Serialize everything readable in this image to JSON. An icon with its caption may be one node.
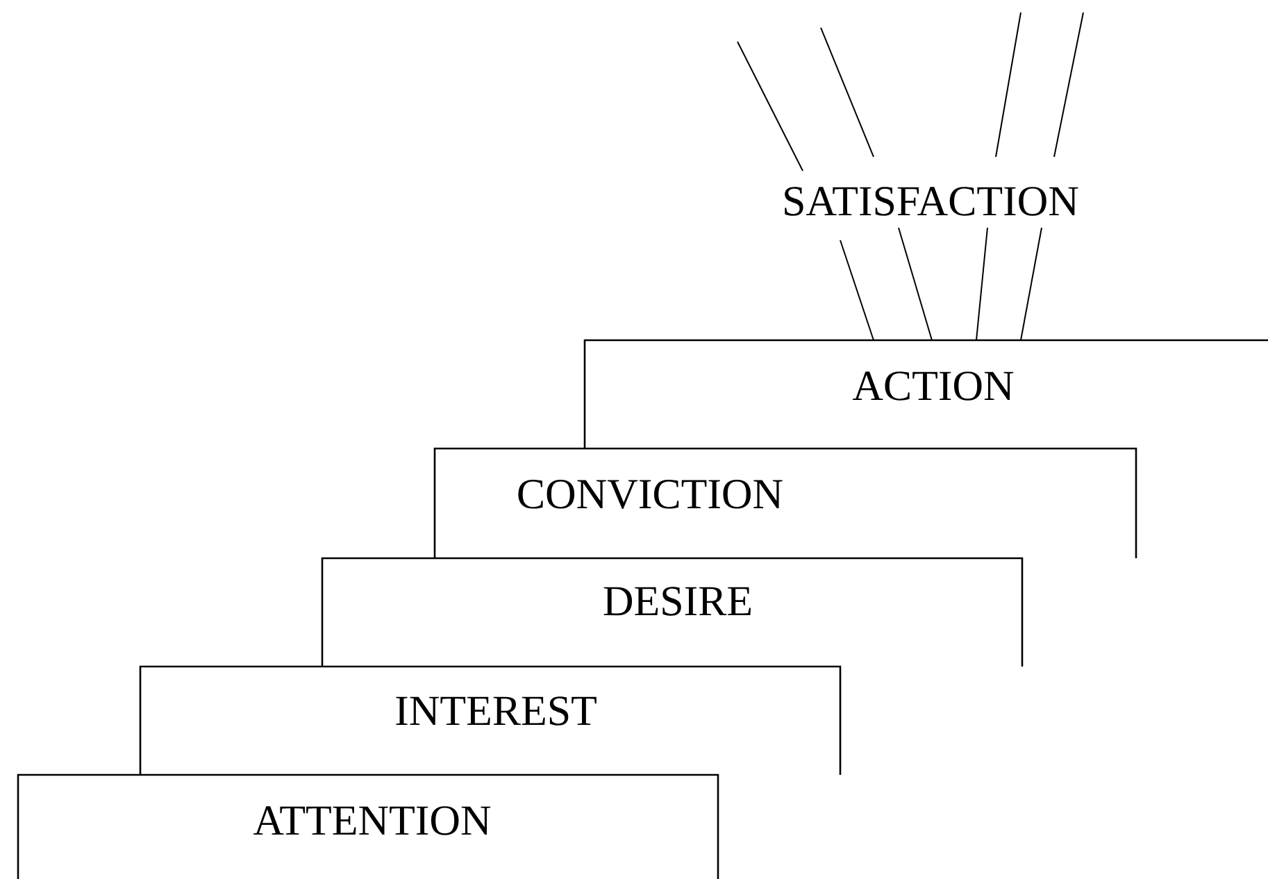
{
  "diagram": {
    "nodes": [
      {
        "text": [
          "ACTION"
        ]
      },
      {
        "text": [
          "CONVICTION"
        ]
      },
      {
        "text": [
          "DESIRE"
        ]
      },
      {
        "text": [
          "INTEREST"
        ]
      },
      {
        "text": [
          "ATTENTION"
        ]
      }
    ],
    "labels": [
      "SATISFACTION"
    ]
  }
}
